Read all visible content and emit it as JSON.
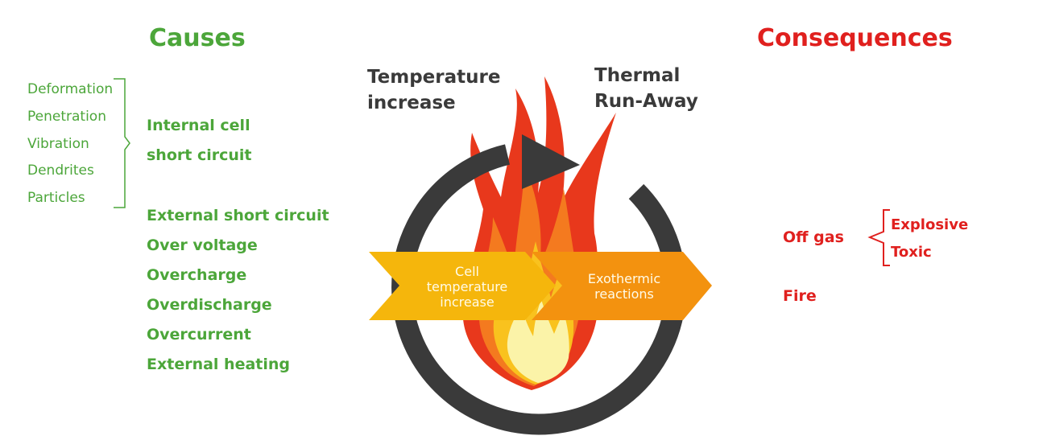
{
  "causes": {
    "heading": "Causes",
    "sub_causes": [
      "Deformation",
      "Penetration",
      "Vibration",
      "Dendrites",
      "Particles"
    ],
    "main_causes": [
      "Internal cell",
      "short circuit",
      "External short circuit",
      "Over voltage",
      "Overcharge",
      "Overdischarge",
      "Overcurrent",
      "External heating"
    ]
  },
  "cycle": {
    "label_left_line1": "Temperature",
    "label_left_line2": "increase",
    "label_right_line1": "Thermal",
    "label_right_line2": "Run-Away",
    "chevron_left_lines": [
      "Cell",
      "temperature",
      "increase"
    ],
    "chevron_right_lines": [
      "Exothermic",
      "reactions"
    ]
  },
  "consequences": {
    "heading": "Consequences",
    "off_gas": "Off gas",
    "off_gas_types": [
      "Explosive",
      "Toxic"
    ],
    "fire": "Fire"
  },
  "colors": {
    "green": "#4ca63a",
    "red": "#e0201e",
    "ring": "#3a3a3a",
    "chevron_yellow": "#f5b60c",
    "chevron_orange": "#f3920f",
    "flame_red": "#e8381c",
    "flame_orange": "#f47a1f",
    "flame_yellow": "#f9c21e",
    "flame_core": "#fbf3a8"
  }
}
